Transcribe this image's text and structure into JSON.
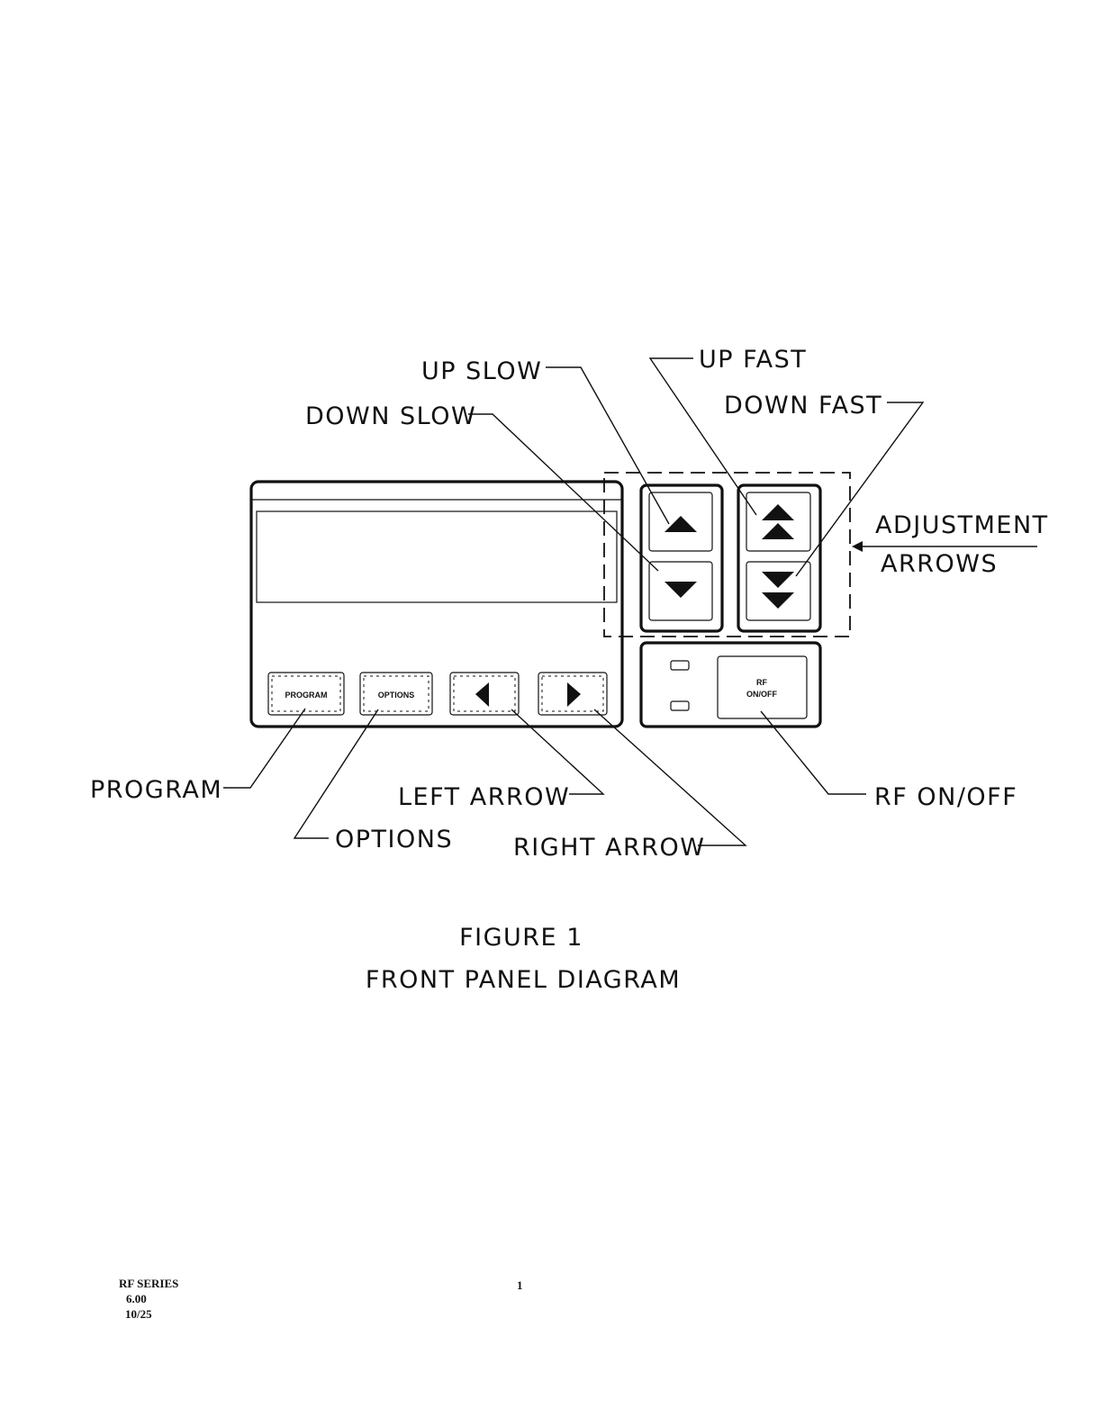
{
  "callouts": {
    "up_slow": "UP SLOW",
    "down_slow": "DOWN SLOW",
    "up_fast": "UP FAST",
    "down_fast": "DOWN FAST",
    "adjustment": "ADJUSTMENT",
    "arrows": "ARROWS",
    "program": "PROGRAM",
    "options": "OPTIONS",
    "left_arrow": "LEFT ARROW",
    "right_arrow": "RIGHT ARROW",
    "rf_onoff": "RF ON/OFF"
  },
  "panel_buttons": {
    "program": "PROGRAM",
    "options": "OPTIONS",
    "rf_line1": "RF",
    "rf_line2": "ON/OFF"
  },
  "caption": {
    "figure": "FIGURE 1",
    "title": "FRONT PANEL DIAGRAM"
  },
  "footer": {
    "series": "RF SERIES",
    "version": "6.00",
    "date": "10/25",
    "page_number": "1"
  }
}
